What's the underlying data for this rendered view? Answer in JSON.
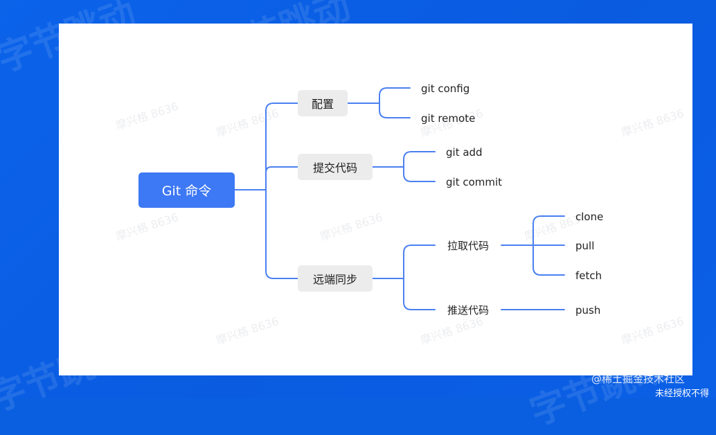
{
  "diagram": {
    "root": "Git 命令",
    "branches": [
      {
        "label": "配置",
        "children": [
          "git config",
          "git remote"
        ]
      },
      {
        "label": "提交代码",
        "children": [
          "git add",
          "git commit"
        ]
      },
      {
        "label": "远端同步",
        "children": [
          {
            "label": "拉取代码",
            "children": [
              "clone",
              "pull",
              "fetch"
            ]
          },
          {
            "label": "推送代码",
            "children": [
              "push"
            ]
          }
        ]
      }
    ]
  },
  "watermark": "摩兴格 8636",
  "footer": {
    "source": "@稀土掘金技术社区",
    "notice": "未经授权不得"
  },
  "colors": {
    "background": "#0a5fe0",
    "root_fill": "#3d78f5",
    "branch_fill": "#ececec",
    "connector": "#4a80f0"
  }
}
